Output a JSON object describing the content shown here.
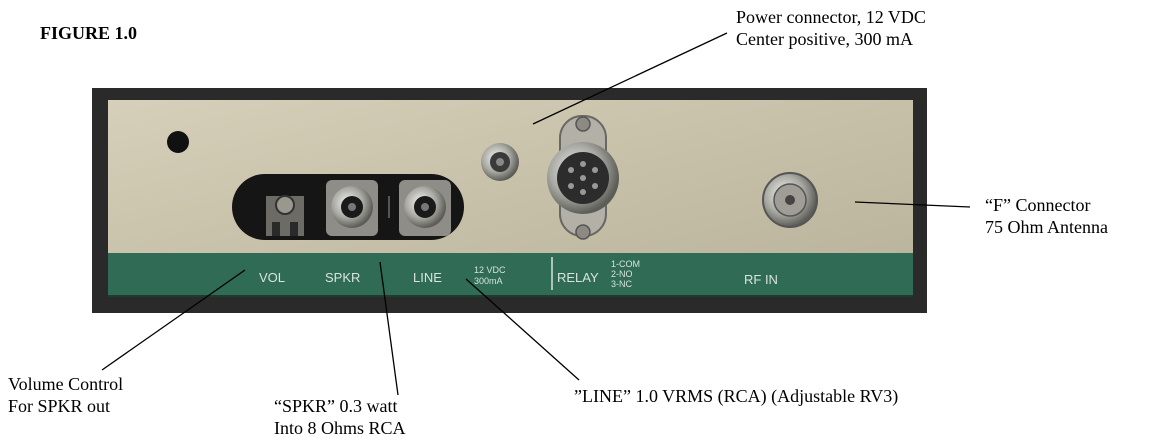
{
  "figure": {
    "title": "FIGURE 1.0"
  },
  "callouts": {
    "power": [
      "Power connector, 12 VDC",
      "Center positive, 300 mA"
    ],
    "f_connector": [
      "“F” Connector",
      "75 Ohm Antenna"
    ],
    "volume": [
      "Volume Control",
      "For SPKR out"
    ],
    "spkr": [
      "“SPKR”  0.3 watt",
      "Into 8 Ohms   RCA"
    ],
    "line": [
      "”LINE” 1.0 VRMS (RCA) (Adjustable RV3)"
    ]
  },
  "panel_labels": {
    "vol": "VOL",
    "spkr": "SPKR",
    "line": "LINE",
    "dc_1": "12 VDC",
    "dc_2": "300mA",
    "relay": "RELAY",
    "relay_1": "1-COM",
    "relay_2": "2-NO",
    "relay_3": "3-NC",
    "rf_in": "RF IN"
  },
  "colors": {
    "panel": "#c9c2ad",
    "label_strip": "#2f6b55",
    "frame": "#2a2a2a"
  }
}
